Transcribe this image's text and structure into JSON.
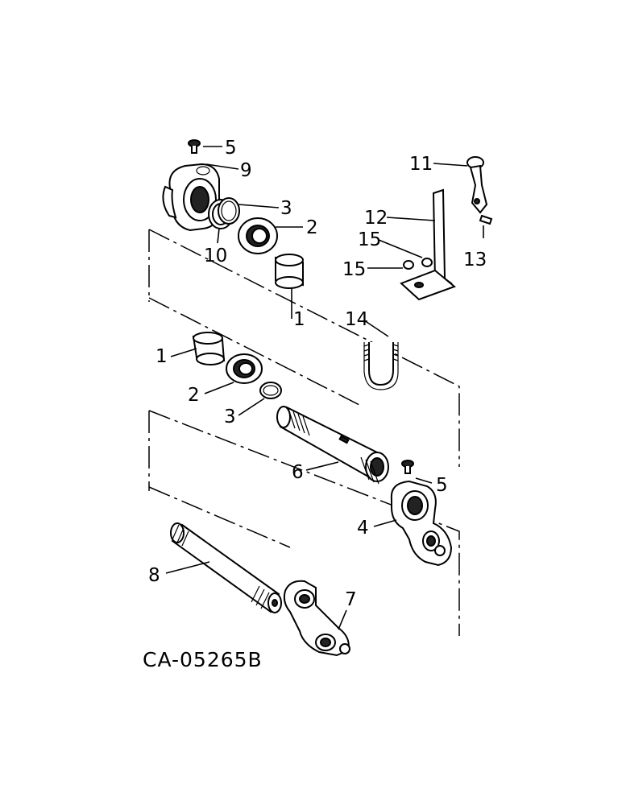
{
  "catalog_number": "CA-05265B",
  "callouts": {
    "c5_top": "5",
    "c9": "9",
    "c3_top": "3",
    "c2_top": "2",
    "c10": "10",
    "c1_top": "1",
    "c11": "11",
    "c12": "12",
    "c15_a": "15",
    "c15_b": "15",
    "c13": "13",
    "c14": "14",
    "c1_mid": "1",
    "c2_mid": "2",
    "c3_mid": "3",
    "c6": "6",
    "c5_mid": "5",
    "c4": "4",
    "c8": "8",
    "c7": "7"
  }
}
